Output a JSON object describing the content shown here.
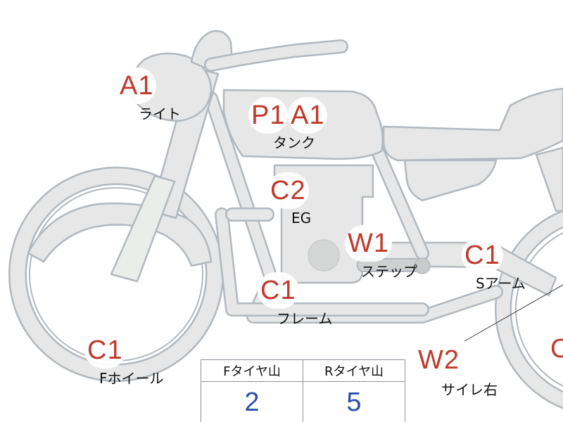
{
  "parts": [
    {
      "key": "light",
      "grade": "A1",
      "label": "ライト"
    },
    {
      "key": "tank",
      "grades": [
        "P1",
        "A1"
      ],
      "label": "タンク"
    },
    {
      "key": "engine",
      "grade": "C2",
      "label": "EG"
    },
    {
      "key": "step",
      "grade": "W1",
      "label": "ステップ"
    },
    {
      "key": "swingarm",
      "grade": "C1",
      "label": "Sアーム"
    },
    {
      "key": "frame",
      "grade": "C1",
      "label": "フレーム"
    },
    {
      "key": "front_wheel",
      "grade": "C1",
      "label": "Fホイール"
    },
    {
      "key": "muffler_right",
      "grade": "W2",
      "label": "サイレ右"
    },
    {
      "key": "rear_wheel_cut",
      "grade": "C"
    }
  ],
  "tire_table": {
    "headers": [
      "Fタイヤ山",
      "Rタイヤ山"
    ],
    "values": [
      "2",
      "5"
    ]
  },
  "colors": {
    "grade_text": "#c0392b",
    "tire_value": "#2b4fa8",
    "bike_fill": "#e6e7e6",
    "bike_outline": "#b2b8be"
  }
}
